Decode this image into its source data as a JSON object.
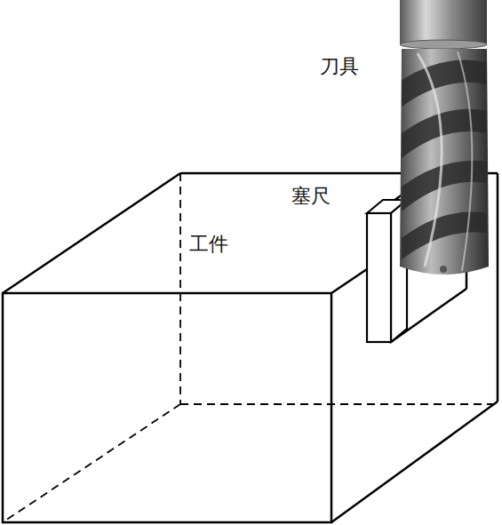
{
  "diagram": {
    "labels": [
      "刀具",
      "塞尺",
      "工件"
    ]
  }
}
